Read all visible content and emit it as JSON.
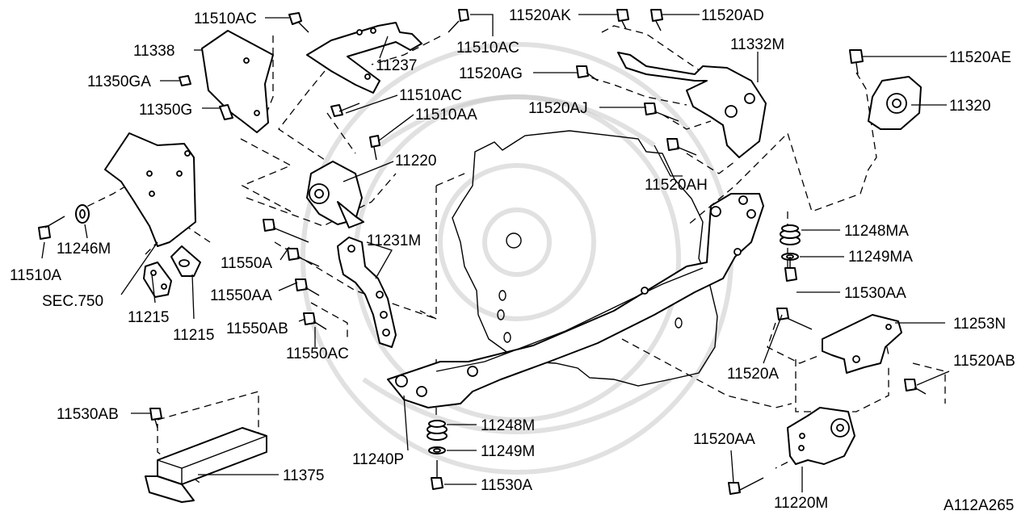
{
  "labels": {
    "p11510AC_a": "11510AC",
    "p11338": "11338",
    "p11350GA": "11350GA",
    "p11350G": "11350G",
    "p11237": "11237",
    "p11510AC_b": "11510AC",
    "p11510AC_c": "11510AC",
    "p11510AA": "11510AA",
    "p11220": "11220",
    "p11520AK": "11520AK",
    "p11520AD": "11520AD",
    "p11332M": "11332M",
    "p11520AG": "11520AG",
    "p11520AJ": "11520AJ",
    "p11520AH": "11520AH",
    "p11520AE": "11520AE",
    "p11320": "11320",
    "p11246M": "11246M",
    "p11510A": "11510A",
    "sec750": "SEC.750",
    "p11215_a": "11215",
    "p11215_b": "11215",
    "p11550A": "11550A",
    "p11550AA": "11550AA",
    "p11550AB": "11550AB",
    "p11550AC": "11550AC",
    "p11231M": "11231M",
    "p11248MA": "11248MA",
    "p11249MA": "11249MA",
    "p11530AA": "11530AA",
    "p11253N": "11253N",
    "p11520A": "11520A",
    "p11520AB": "11520AB",
    "p11530AB": "11530AB",
    "p11375": "11375",
    "p11248M": "11248M",
    "p11249M": "11249M",
    "p11240P": "11240P",
    "p11530A": "11530A",
    "p11520AA": "11520AA",
    "p11220M": "11220M",
    "diagram_id": "A112A265"
  },
  "colors": {
    "line": "#000000",
    "background": "#ffffff",
    "watermark": "#c8c8c8"
  }
}
